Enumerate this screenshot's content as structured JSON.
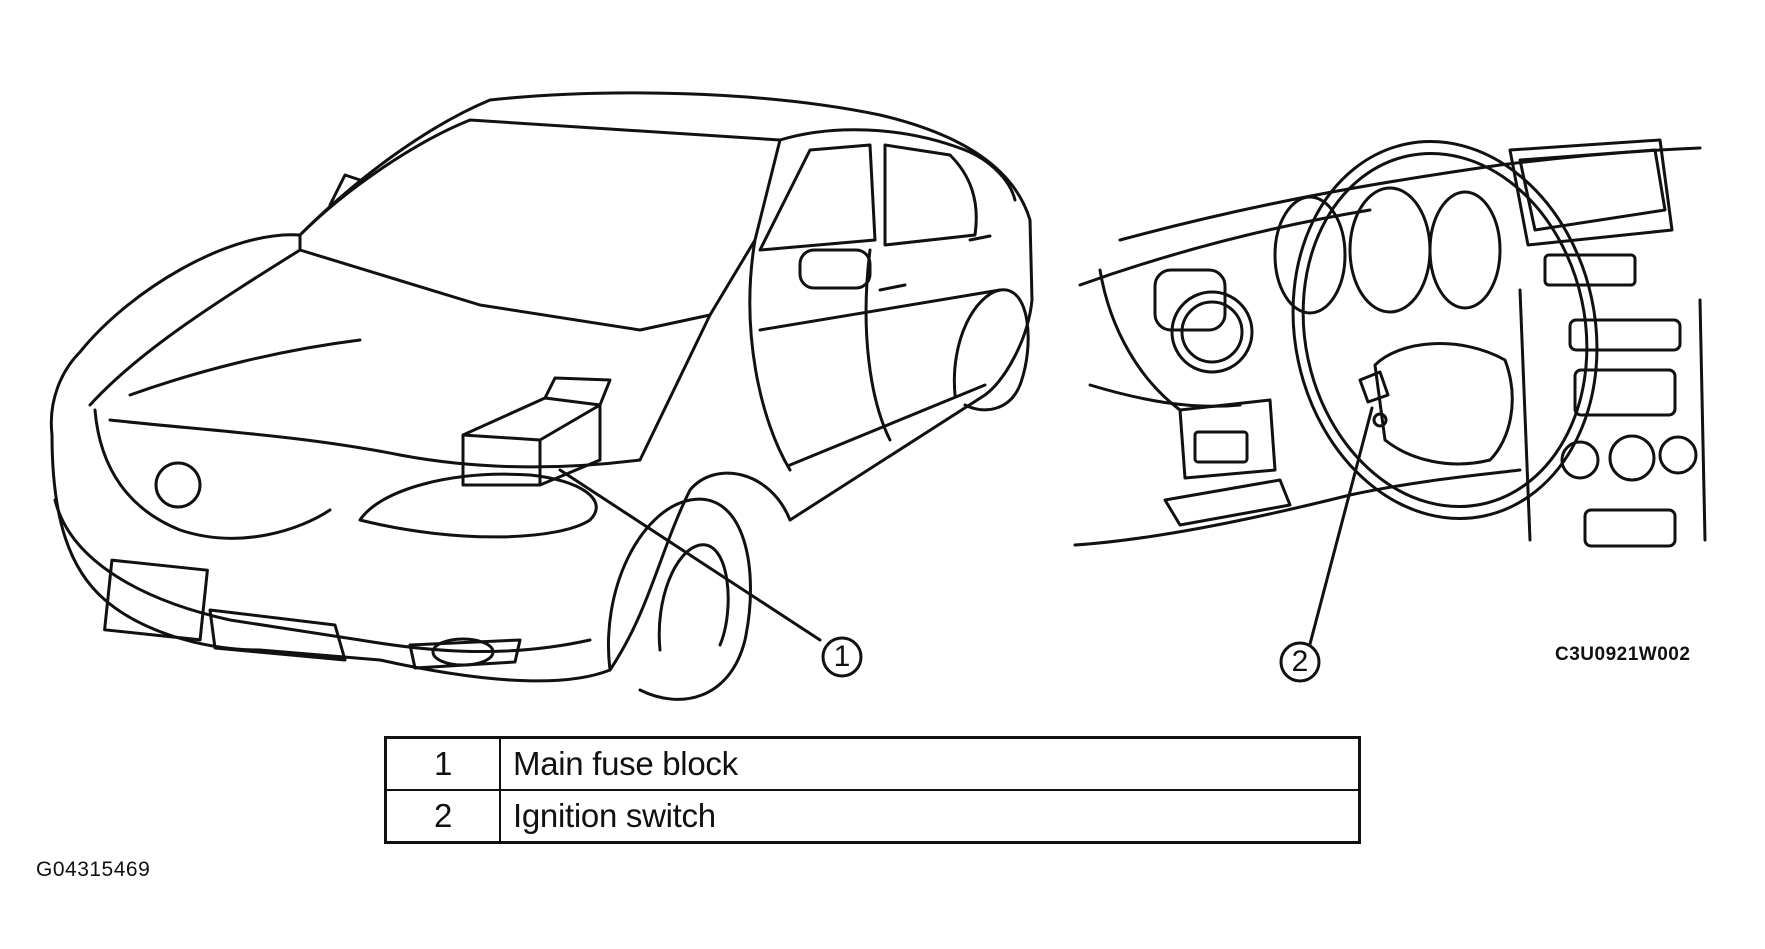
{
  "callouts": [
    {
      "number": "1",
      "target": "main-fuse-block"
    },
    {
      "number": "2",
      "target": "ignition-switch"
    }
  ],
  "diagram_code": "C3U0921W002",
  "legend": {
    "rows": [
      {
        "number": "1",
        "label": "Main fuse block"
      },
      {
        "number": "2",
        "label": "Ignition switch"
      }
    ]
  },
  "figure_id": "G04315469",
  "colors": {
    "line": "#111111",
    "background": "#ffffff"
  }
}
